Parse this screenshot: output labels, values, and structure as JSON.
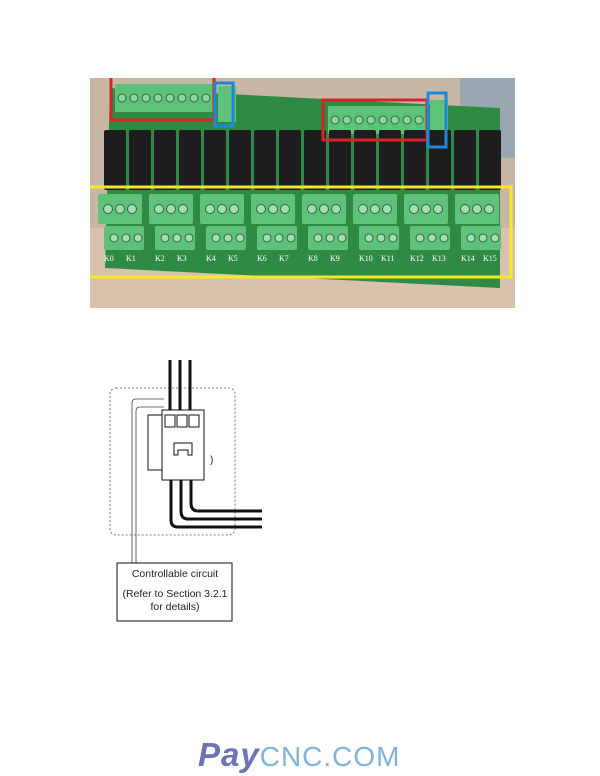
{
  "photo": {
    "terminal_labels": [
      "K0",
      "K1",
      "K2",
      "K3",
      "K4",
      "K5",
      "K6",
      "K7",
      "K8",
      "K9",
      "K10",
      "K11",
      "K12",
      "K13",
      "K14",
      "K15"
    ],
    "highlight_colors": {
      "red": "#d9232a",
      "blue": "#1e88d8",
      "yellow": "#f5e72a"
    },
    "board_color": "#2f8a43"
  },
  "diagram": {
    "box_line1": "Controllable circuit",
    "box_line2": "(Refer to Section 3.2.1",
    "box_line3": "for details)"
  },
  "logo": {
    "part1": "Pay",
    "part2": "CNC.COM"
  }
}
